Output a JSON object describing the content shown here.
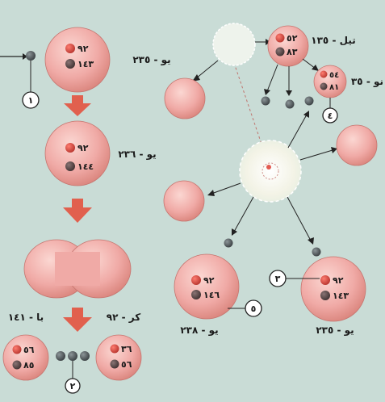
{
  "colors": {
    "background": "#c9dcd6",
    "nucleus_fill": "#f0aaa6",
    "nucleus_edge": "#c6756f",
    "proton": "#c9423a",
    "neutron": "#5a4747",
    "neutron_ball": "#4e5558",
    "arrow": "#e1604e",
    "flash": "#f4f4ea"
  },
  "left_column": {
    "u235": {
      "protons": "٩٢",
      "neutrons": "١٤٣",
      "label": "يو - ٢٣٥"
    },
    "u236": {
      "protons": "٩٢",
      "neutrons": "١٤٤",
      "label": "يو - ٢٣٦"
    },
    "krypton": {
      "protons": "٣٦",
      "neutrons": "٥٦",
      "label": "كر - ٩٢"
    },
    "barium": {
      "protons": "٥٦",
      "neutrons": "٨٥",
      "label": "با - ١٤١"
    }
  },
  "right_side": {
    "xenon": {
      "protons": "٥٢",
      "neutrons": "٨٣",
      "label": "تيل - ١٣٥"
    },
    "strontium": {
      "protons": "٥٤",
      "neutrons": "٨١",
      "label": "نو - ٣٥"
    },
    "u238": {
      "protons": "٩٢",
      "neutrons": "١٤٦",
      "label": "يو - ٢٣٨"
    },
    "u235b": {
      "protons": "٩٢",
      "neutrons": "١٤٣",
      "label": "يو - ٢٣٥"
    }
  },
  "markers": {
    "m1": "١",
    "m2": "٢",
    "m3": "٣",
    "m4": "٤",
    "m5": "٥"
  }
}
